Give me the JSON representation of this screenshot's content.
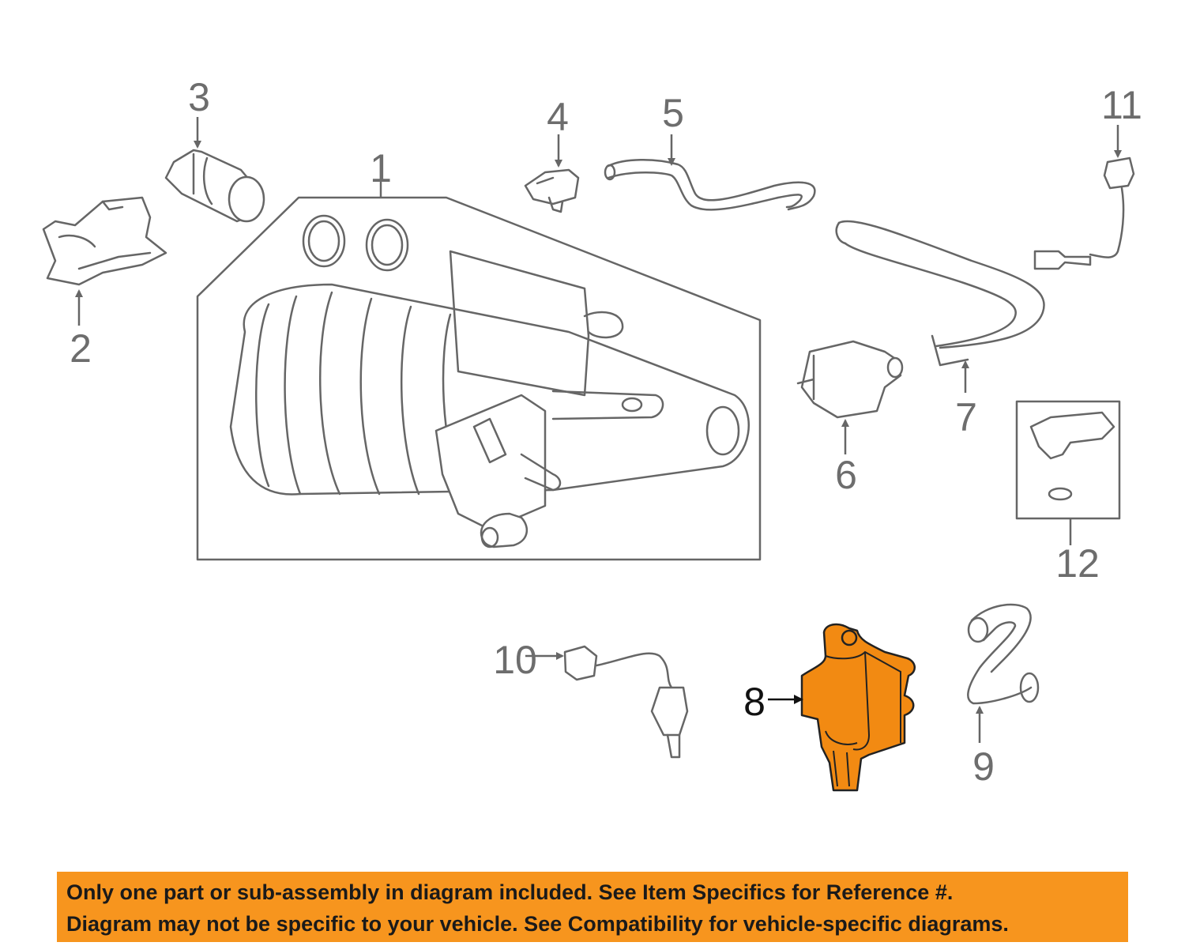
{
  "callouts": {
    "c1": "1",
    "c2": "2",
    "c3": "3",
    "c4": "4",
    "c5": "5",
    "c6": "6",
    "c7": "7",
    "c8": "8",
    "c9": "9",
    "c10": "10",
    "c11": "11",
    "c12": "12"
  },
  "highlighted_part": "8",
  "colors": {
    "highlight": "#f28a12",
    "banner": "#f7951e",
    "line": "#666666"
  },
  "banner": {
    "line1": "Only one part or sub-assembly in diagram included. See Item Specifics for Reference #.",
    "line2": "Diagram may not be specific to your vehicle. See Compatibility for vehicle-specific diagrams."
  }
}
